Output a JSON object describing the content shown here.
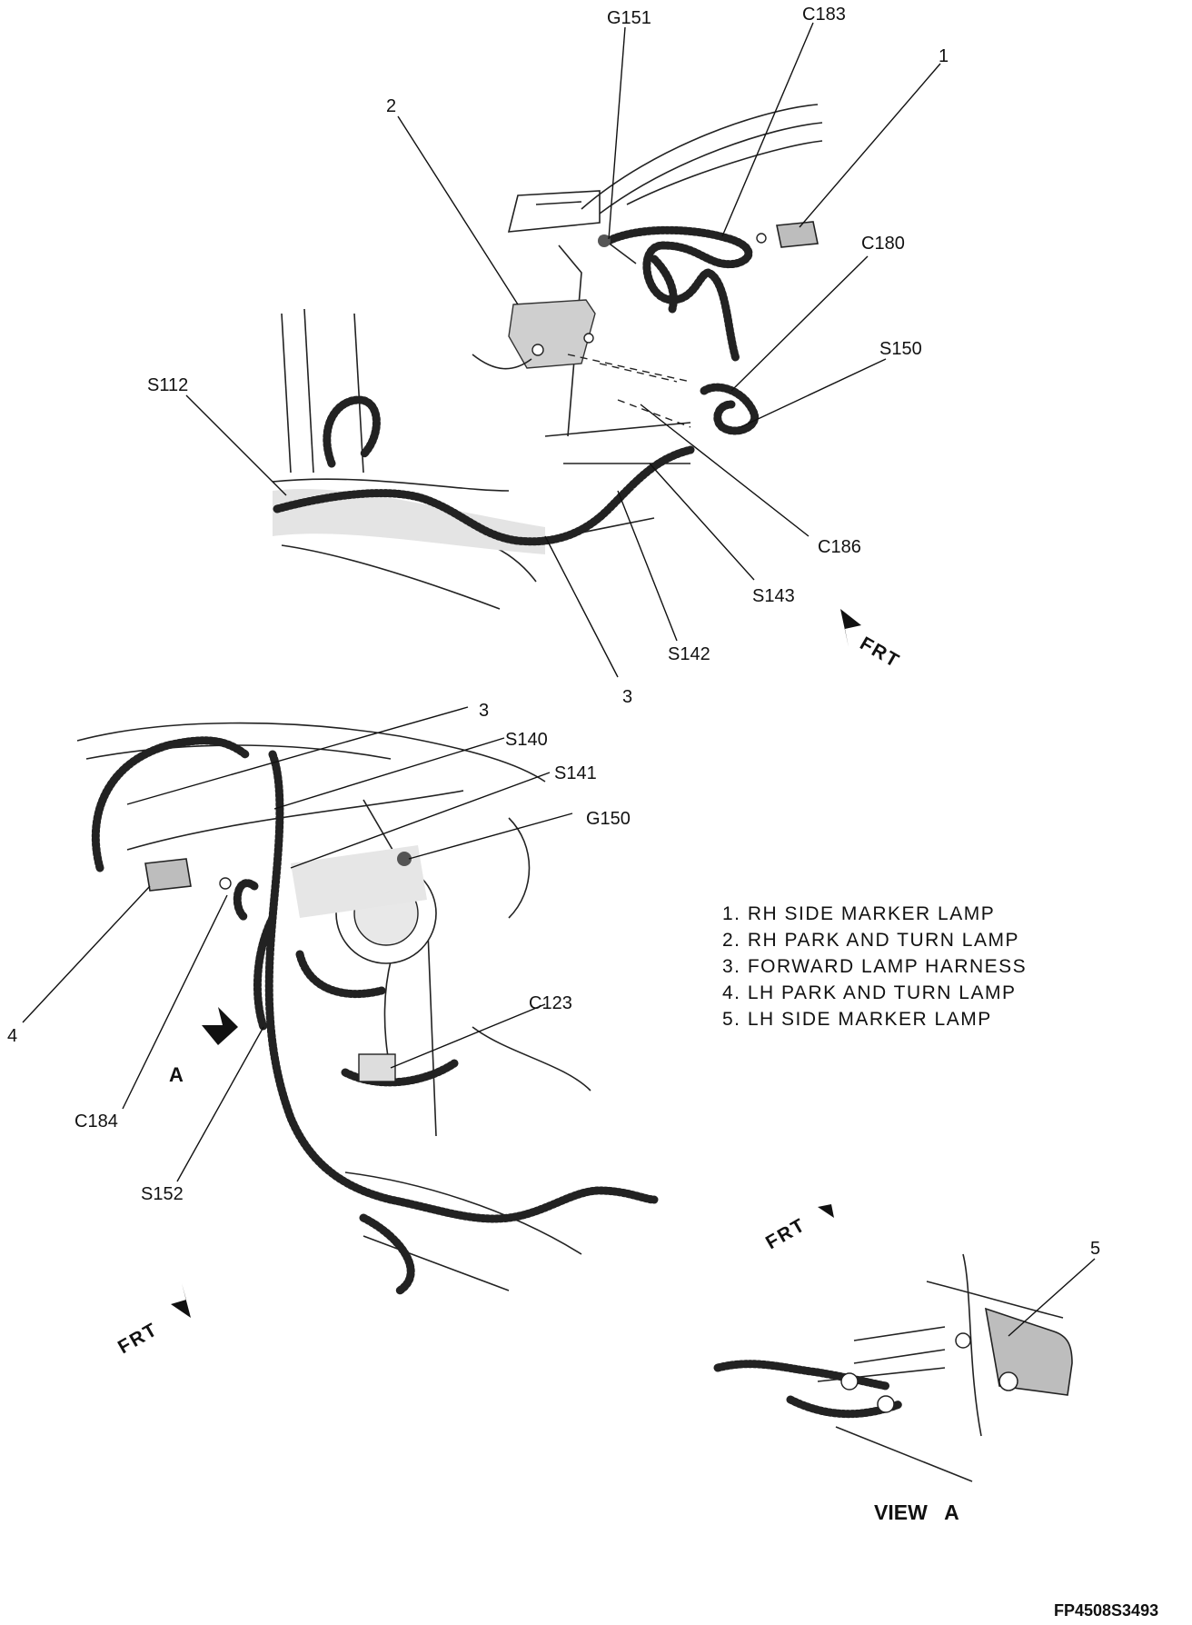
{
  "callouts": {
    "g151": "G151",
    "c183": "C183",
    "n1_top": "1",
    "n2_top": "2",
    "c180": "C180",
    "s150": "S150",
    "s112": "S112",
    "c186": "C186",
    "s143": "S143",
    "s142": "S142",
    "n3_top": "3",
    "n3_mid": "3",
    "s140": "S140",
    "s141": "S141",
    "g150": "G150",
    "c123": "C123",
    "n4": "4",
    "view_a_arrow": "A",
    "c184": "C184",
    "s152": "S152",
    "n5": "5"
  },
  "direction": {
    "frt_top": "FRT",
    "frt_left": "FRT",
    "frt_view": "FRT"
  },
  "legend": [
    "1.  RH SIDE MARKER LAMP",
    "2.  RH PARK AND TURN LAMP",
    "3.  FORWARD LAMP HARNESS",
    "4.  LH PARK AND TURN LAMP",
    "5.  LH SIDE MARKER LAMP"
  ],
  "view_title": "VIEW   A",
  "figure_code": "FP4508S3493"
}
